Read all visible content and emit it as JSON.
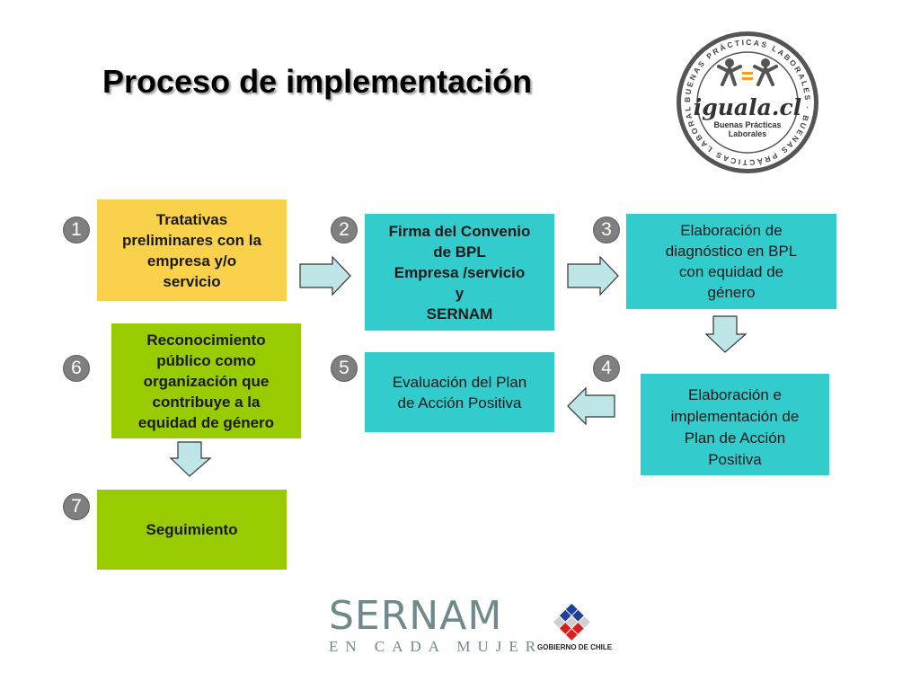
{
  "title": "Proceso de implementación",
  "badges": [
    "1",
    "2",
    "3",
    "4",
    "5",
    "6",
    "7"
  ],
  "steps": [
    {
      "text": "Tratativas\npreliminares con la\nempresa y/o\nservicio"
    },
    {
      "text": "Firma del Convenio\nde BPL\nEmpresa /servicio\ny\nSERNAM"
    },
    {
      "text": "Elaboración de\ndiagnóstico en BPL\ncon equidad de\ngénero"
    },
    {
      "text": "Elaboración  e\nimplementación de\nPlan de Acción\nPositiva"
    },
    {
      "text": "Evaluación del Plan\nde Acción Positiva"
    },
    {
      "text": "Reconocimiento\npúblico como\norganización que\ncontribuye a la\nequidad de género"
    },
    {
      "text": "Seguimiento"
    }
  ],
  "logo": {
    "ring_text": "BUENAS PRÁCTICAS LABORALES · BUENAS PRÁCTICAS LABORALES ·",
    "brand": "iguala.cl",
    "subtitle": "Buenas Prácticas\nLaborales"
  },
  "footer": {
    "sernam": "SERNAM",
    "tagline": "EN CADA MUJER",
    "gobierno": "GOBIERNO DE CHILE"
  },
  "colors": {
    "yellow": "#f9d14a",
    "teal": "#33cccc",
    "green": "#99cc00",
    "arrow_fill": "#bfe6e6",
    "badge": "#7f7f7f"
  }
}
